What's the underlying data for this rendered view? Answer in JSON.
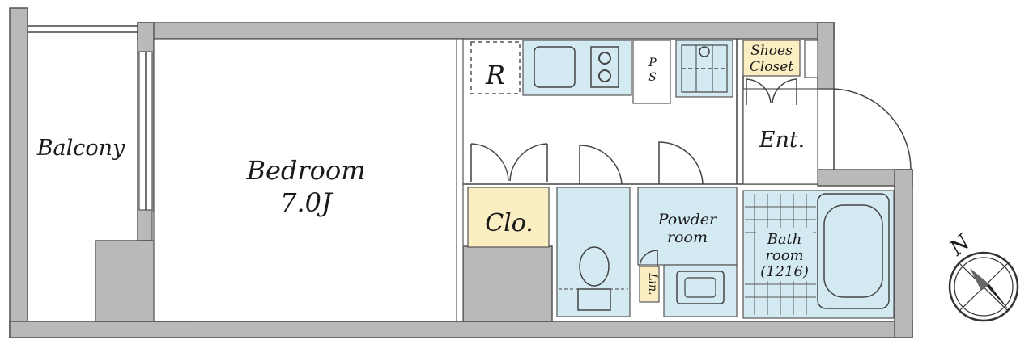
{
  "rooms": {
    "balcony": "Balcony",
    "bedroom": "Bedroom",
    "bedroom_size": "7.0J",
    "refrigerator": "R",
    "pipe_space_top": "P",
    "pipe_space_bottom": "S",
    "shoes_closet_top": "Shoes",
    "shoes_closet_bottom": "Closet",
    "entrance": "Ent.",
    "closet": "Clo.",
    "powder_room_top": "Powder",
    "powder_room_bottom": "room",
    "linen": "Lin.",
    "bathroom_top": "Bath",
    "bathroom_middle": "room",
    "bathroom_size": "(1216)"
  },
  "compass": {
    "north_label": "N"
  },
  "colors": {
    "wall": "#b9b9b9",
    "wet_area": "#d4eaf2",
    "storage": "#fbeec2"
  }
}
